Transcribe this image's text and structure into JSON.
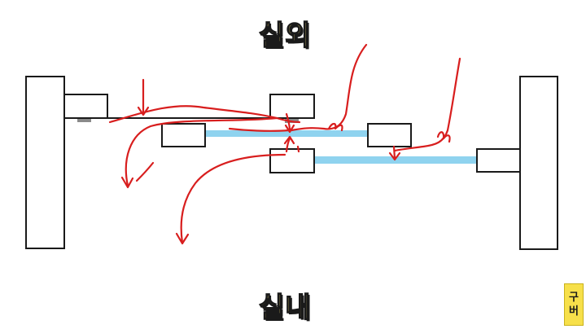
{
  "labels": {
    "outdoor": "실외",
    "indoor": "실내"
  },
  "badge": {
    "line1": "구",
    "line2": "버"
  },
  "colors": {
    "outline": "#1a1a1a",
    "glass": "#8fd3ef",
    "arrow": "#d81e1e",
    "label_fill": "#f5e27a",
    "badge_fill": "#f7e04a"
  }
}
